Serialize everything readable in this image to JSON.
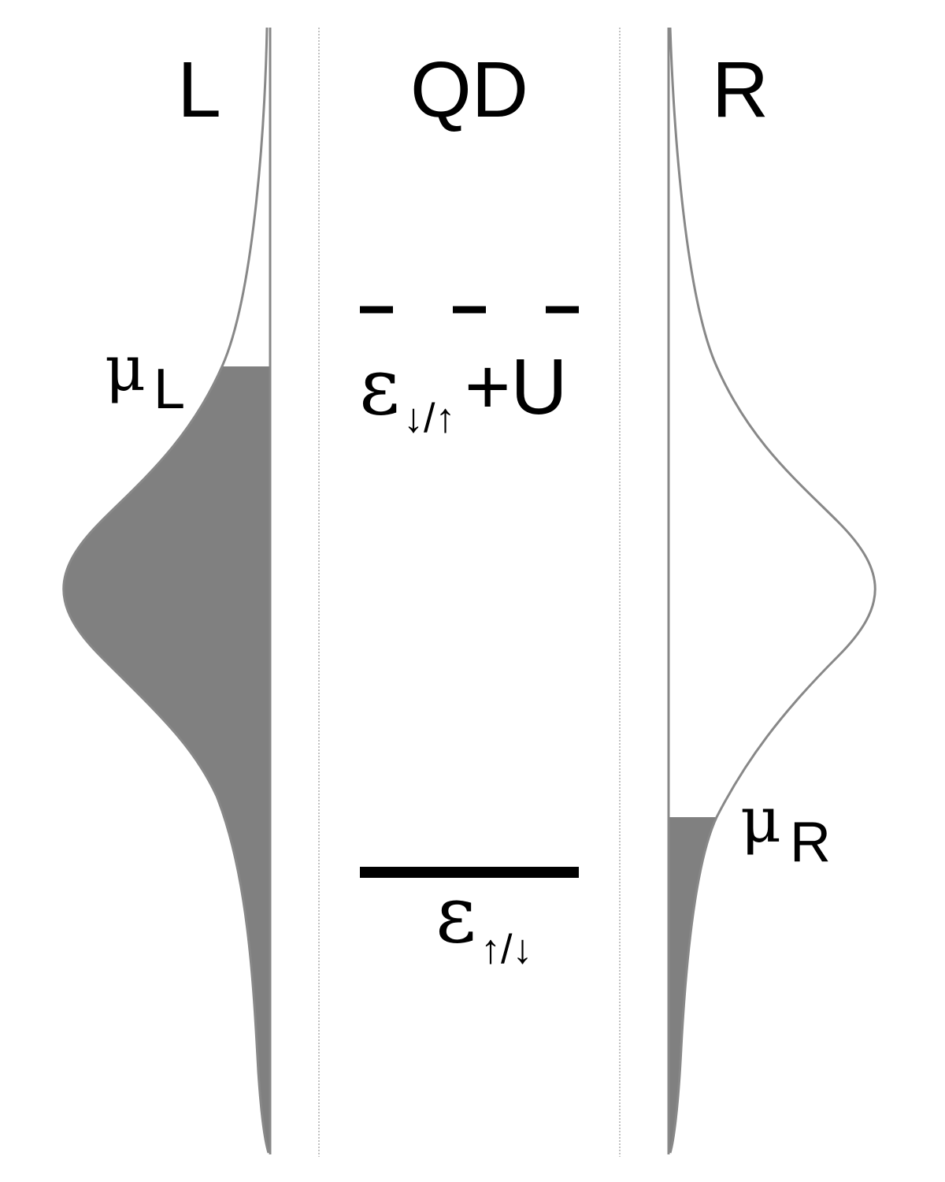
{
  "regions": {
    "left": "L",
    "dot": "QD",
    "right": "R"
  },
  "left_lead": {
    "chemical_potential": {
      "symbol": "μ",
      "subscript": "L"
    }
  },
  "right_lead": {
    "chemical_potential": {
      "symbol": "μ",
      "subscript": "R"
    }
  },
  "levels": {
    "upper": {
      "symbol": "ε",
      "subscript": "↓/↑",
      "suffix": "+U",
      "style": "dashed"
    },
    "lower": {
      "symbol": "ε",
      "subscript": "↑/↓",
      "style": "solid"
    }
  },
  "colors": {
    "filled_states": "#808080",
    "curve": "#888888",
    "level": "#000000",
    "divider": "#999999"
  }
}
